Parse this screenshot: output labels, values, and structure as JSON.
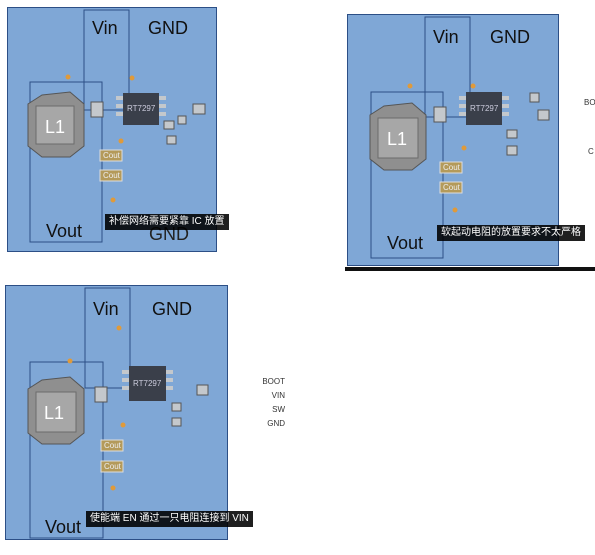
{
  "panels": [
    {
      "labels": {
        "vin": "Vin",
        "gnd": "GND",
        "vout": "Vout",
        "inductor": "L1",
        "ic": "RT7297",
        "cap_top": "Cout",
        "cap_bottom": "Cout"
      },
      "caption": "补偿网络需要紧靠 IC 放置"
    },
    {
      "labels": {
        "vin": "Vin",
        "gnd": "GND",
        "vout": "Vout",
        "inductor": "L1",
        "ic": "RT7297",
        "cap_top": "Cout",
        "cap_bottom": "Cout"
      },
      "caption": "软起动电阻的放置要求不太严格",
      "side_labels": [
        "BOO",
        "C"
      ]
    },
    {
      "labels": {
        "vin": "Vin",
        "gnd": "GND",
        "vout": "Vout",
        "inductor": "L1",
        "ic": "RT7297",
        "cap_top": "Cout",
        "cap_bottom": "Cout"
      },
      "caption": "使能端 EN 通过一只电阻连接到 VIN",
      "side_labels": [
        "BOOT",
        "VIN",
        "SW",
        "GND"
      ]
    }
  ],
  "colors": {
    "board": "#7fa7d6",
    "trace_border": "#2c4f86",
    "inductor": "#8f8f8f",
    "ic": "#3a3f4a",
    "pad": "#c4c8cc",
    "cap": "#b49a5a",
    "via": "#e09a3a"
  }
}
